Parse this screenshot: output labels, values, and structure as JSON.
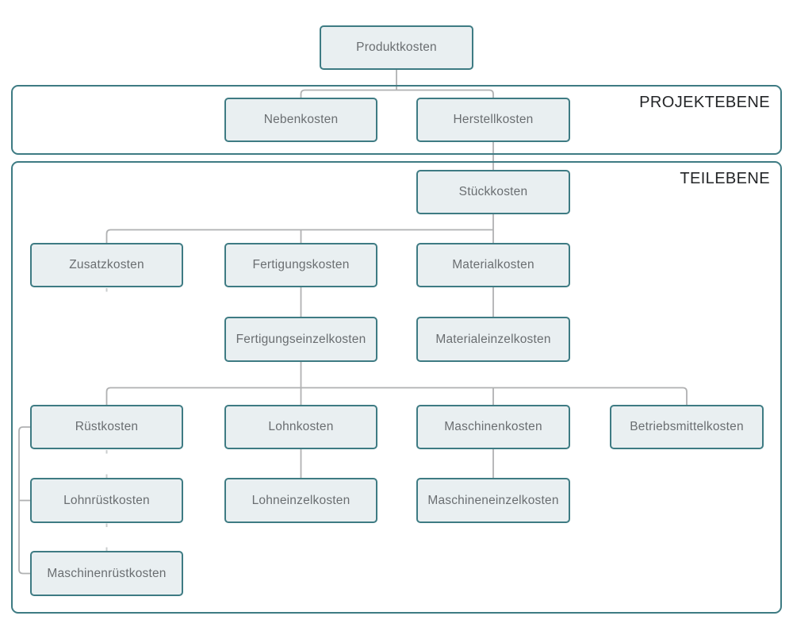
{
  "diagram": {
    "type": "hierarchy-tree",
    "language": "de",
    "levels": [
      {
        "id": "projektebene",
        "label": "PROJEKTEBENE"
      },
      {
        "id": "teilebene",
        "label": "TEILEBENE"
      }
    ],
    "nodes": {
      "produktkosten": "Produktkosten",
      "nebenkosten": "Nebenkosten",
      "herstellkosten": "Herstellkosten",
      "stueckkosten": "Stückkosten",
      "zusatzkosten": "Zusatzkosten",
      "fertigungskosten": "Fertigungskosten",
      "materialkosten": "Materialkosten",
      "fertigungseinzelkosten": "Fertigungseinzelkosten",
      "materialeinzelkosten": "Materialeinzelkosten",
      "ruestkosten": "Rüstkosten",
      "lohnkosten": "Lohnkosten",
      "maschinenkosten": "Maschinenkosten",
      "betriebsmittelkosten": "Betriebsmittelkosten",
      "lohnruestkosten": "Lohnrüstkosten",
      "lohneinzelkosten": "Lohneinzelkosten",
      "maschineneinzelkosten": "Maschineneinzelkosten",
      "maschinenruestkosten": "Maschinenrüstkosten"
    },
    "edges": [
      [
        "produktkosten",
        "nebenkosten"
      ],
      [
        "produktkosten",
        "herstellkosten"
      ],
      [
        "herstellkosten",
        "stueckkosten"
      ],
      [
        "stueckkosten",
        "zusatzkosten"
      ],
      [
        "stueckkosten",
        "fertigungskosten"
      ],
      [
        "stueckkosten",
        "materialkosten"
      ],
      [
        "fertigungskosten",
        "fertigungseinzelkosten"
      ],
      [
        "materialkosten",
        "materialeinzelkosten"
      ],
      [
        "fertigungseinzelkosten",
        "ruestkosten"
      ],
      [
        "fertigungseinzelkosten",
        "lohnkosten"
      ],
      [
        "fertigungseinzelkosten",
        "maschinenkosten"
      ],
      [
        "fertigungseinzelkosten",
        "betriebsmittelkosten"
      ],
      [
        "lohnkosten",
        "lohneinzelkosten"
      ],
      [
        "maschinenkosten",
        "maschineneinzelkosten"
      ],
      [
        "ruestkosten",
        "lohnruestkosten"
      ],
      [
        "ruestkosten",
        "maschinenruestkosten"
      ]
    ],
    "colors": {
      "node_border": "#3e7b83",
      "node_fill": "#e9eff1",
      "node_text": "#6a6e71",
      "container_border": "#3e7b83",
      "level_label_text": "#232527",
      "connector_line": "#b0b1b2",
      "background": "#ffffff"
    }
  }
}
